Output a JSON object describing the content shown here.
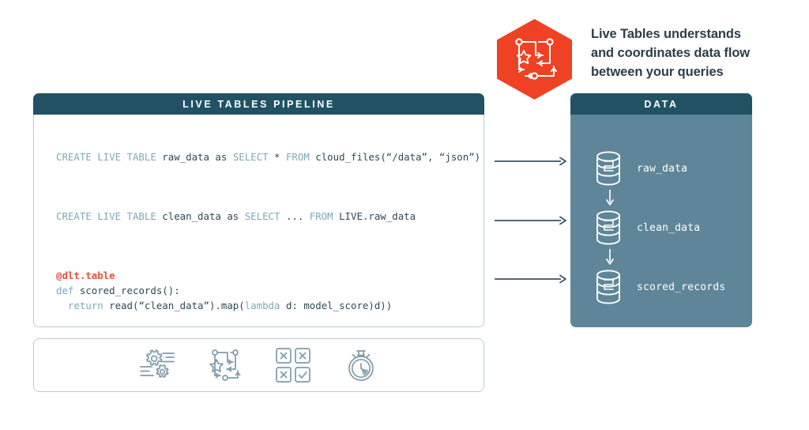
{
  "callout": {
    "icon": "dataflow-hexagon-icon",
    "text": "Live Tables understands\nand coordinates data flow\nbetween your queries",
    "hex_color": "#ef4123"
  },
  "pipeline_panel": {
    "title": "LIVE TABLES PIPELINE",
    "header_color": "#215264",
    "border_color": "#b9cbd4",
    "code_blocks": [
      {
        "id": "raw-data-query",
        "lines": [
          [
            {
              "t": "CREATE LIVE TABLE ",
              "c": "kw"
            },
            {
              "t": "raw_data as ",
              "c": "id"
            },
            {
              "t": "SELECT ",
              "c": "kw"
            },
            {
              "t": "* ",
              "c": "id"
            },
            {
              "t": "FROM ",
              "c": "kw"
            },
            {
              "t": "cloud_files(“/data”, “json”)",
              "c": "id"
            }
          ]
        ]
      },
      {
        "id": "clean-data-query",
        "lines": [
          [
            {
              "t": "CREATE LIVE TABLE ",
              "c": "kw"
            },
            {
              "t": "clean_data as ",
              "c": "id"
            },
            {
              "t": "SELECT ",
              "c": "kw"
            },
            {
              "t": "... ",
              "c": "id"
            },
            {
              "t": "FROM ",
              "c": "kw"
            },
            {
              "t": "LIVE.raw_data",
              "c": "id"
            }
          ]
        ]
      },
      {
        "id": "scored-records-query",
        "lines": [
          [
            {
              "t": "@dlt.table",
              "c": "dec"
            }
          ],
          [
            {
              "t": "def ",
              "c": "kw"
            },
            {
              "t": "scored_records():",
              "c": "id"
            }
          ],
          [
            {
              "t": "  return ",
              "c": "kw"
            },
            {
              "t": "read(“clean_data”).map(",
              "c": "id"
            },
            {
              "t": "lambda ",
              "c": "kw"
            },
            {
              "t": "d: model_score)d))",
              "c": "id"
            }
          ]
        ]
      }
    ]
  },
  "data_panel": {
    "title": "DATA",
    "body_color": "#5f8698",
    "tables": [
      {
        "name": "raw_data",
        "icon": "database-icon"
      },
      {
        "name": "clean_data",
        "icon": "database-icon"
      },
      {
        "name": "scored_records",
        "icon": "database-icon"
      }
    ]
  },
  "flow_arrows": [
    {
      "name": "arrow-to-raw-data"
    },
    {
      "name": "arrow-to-clean-data"
    },
    {
      "name": "arrow-to-scored-records"
    }
  ],
  "toolbar": {
    "border_color": "#b9cbd4",
    "icon_color": "#7e9cab",
    "items": [
      {
        "icon": "gears-settings-icon"
      },
      {
        "icon": "dataflow-graph-icon"
      },
      {
        "icon": "quality-checks-grid-icon"
      },
      {
        "icon": "stopwatch-icon"
      }
    ]
  }
}
